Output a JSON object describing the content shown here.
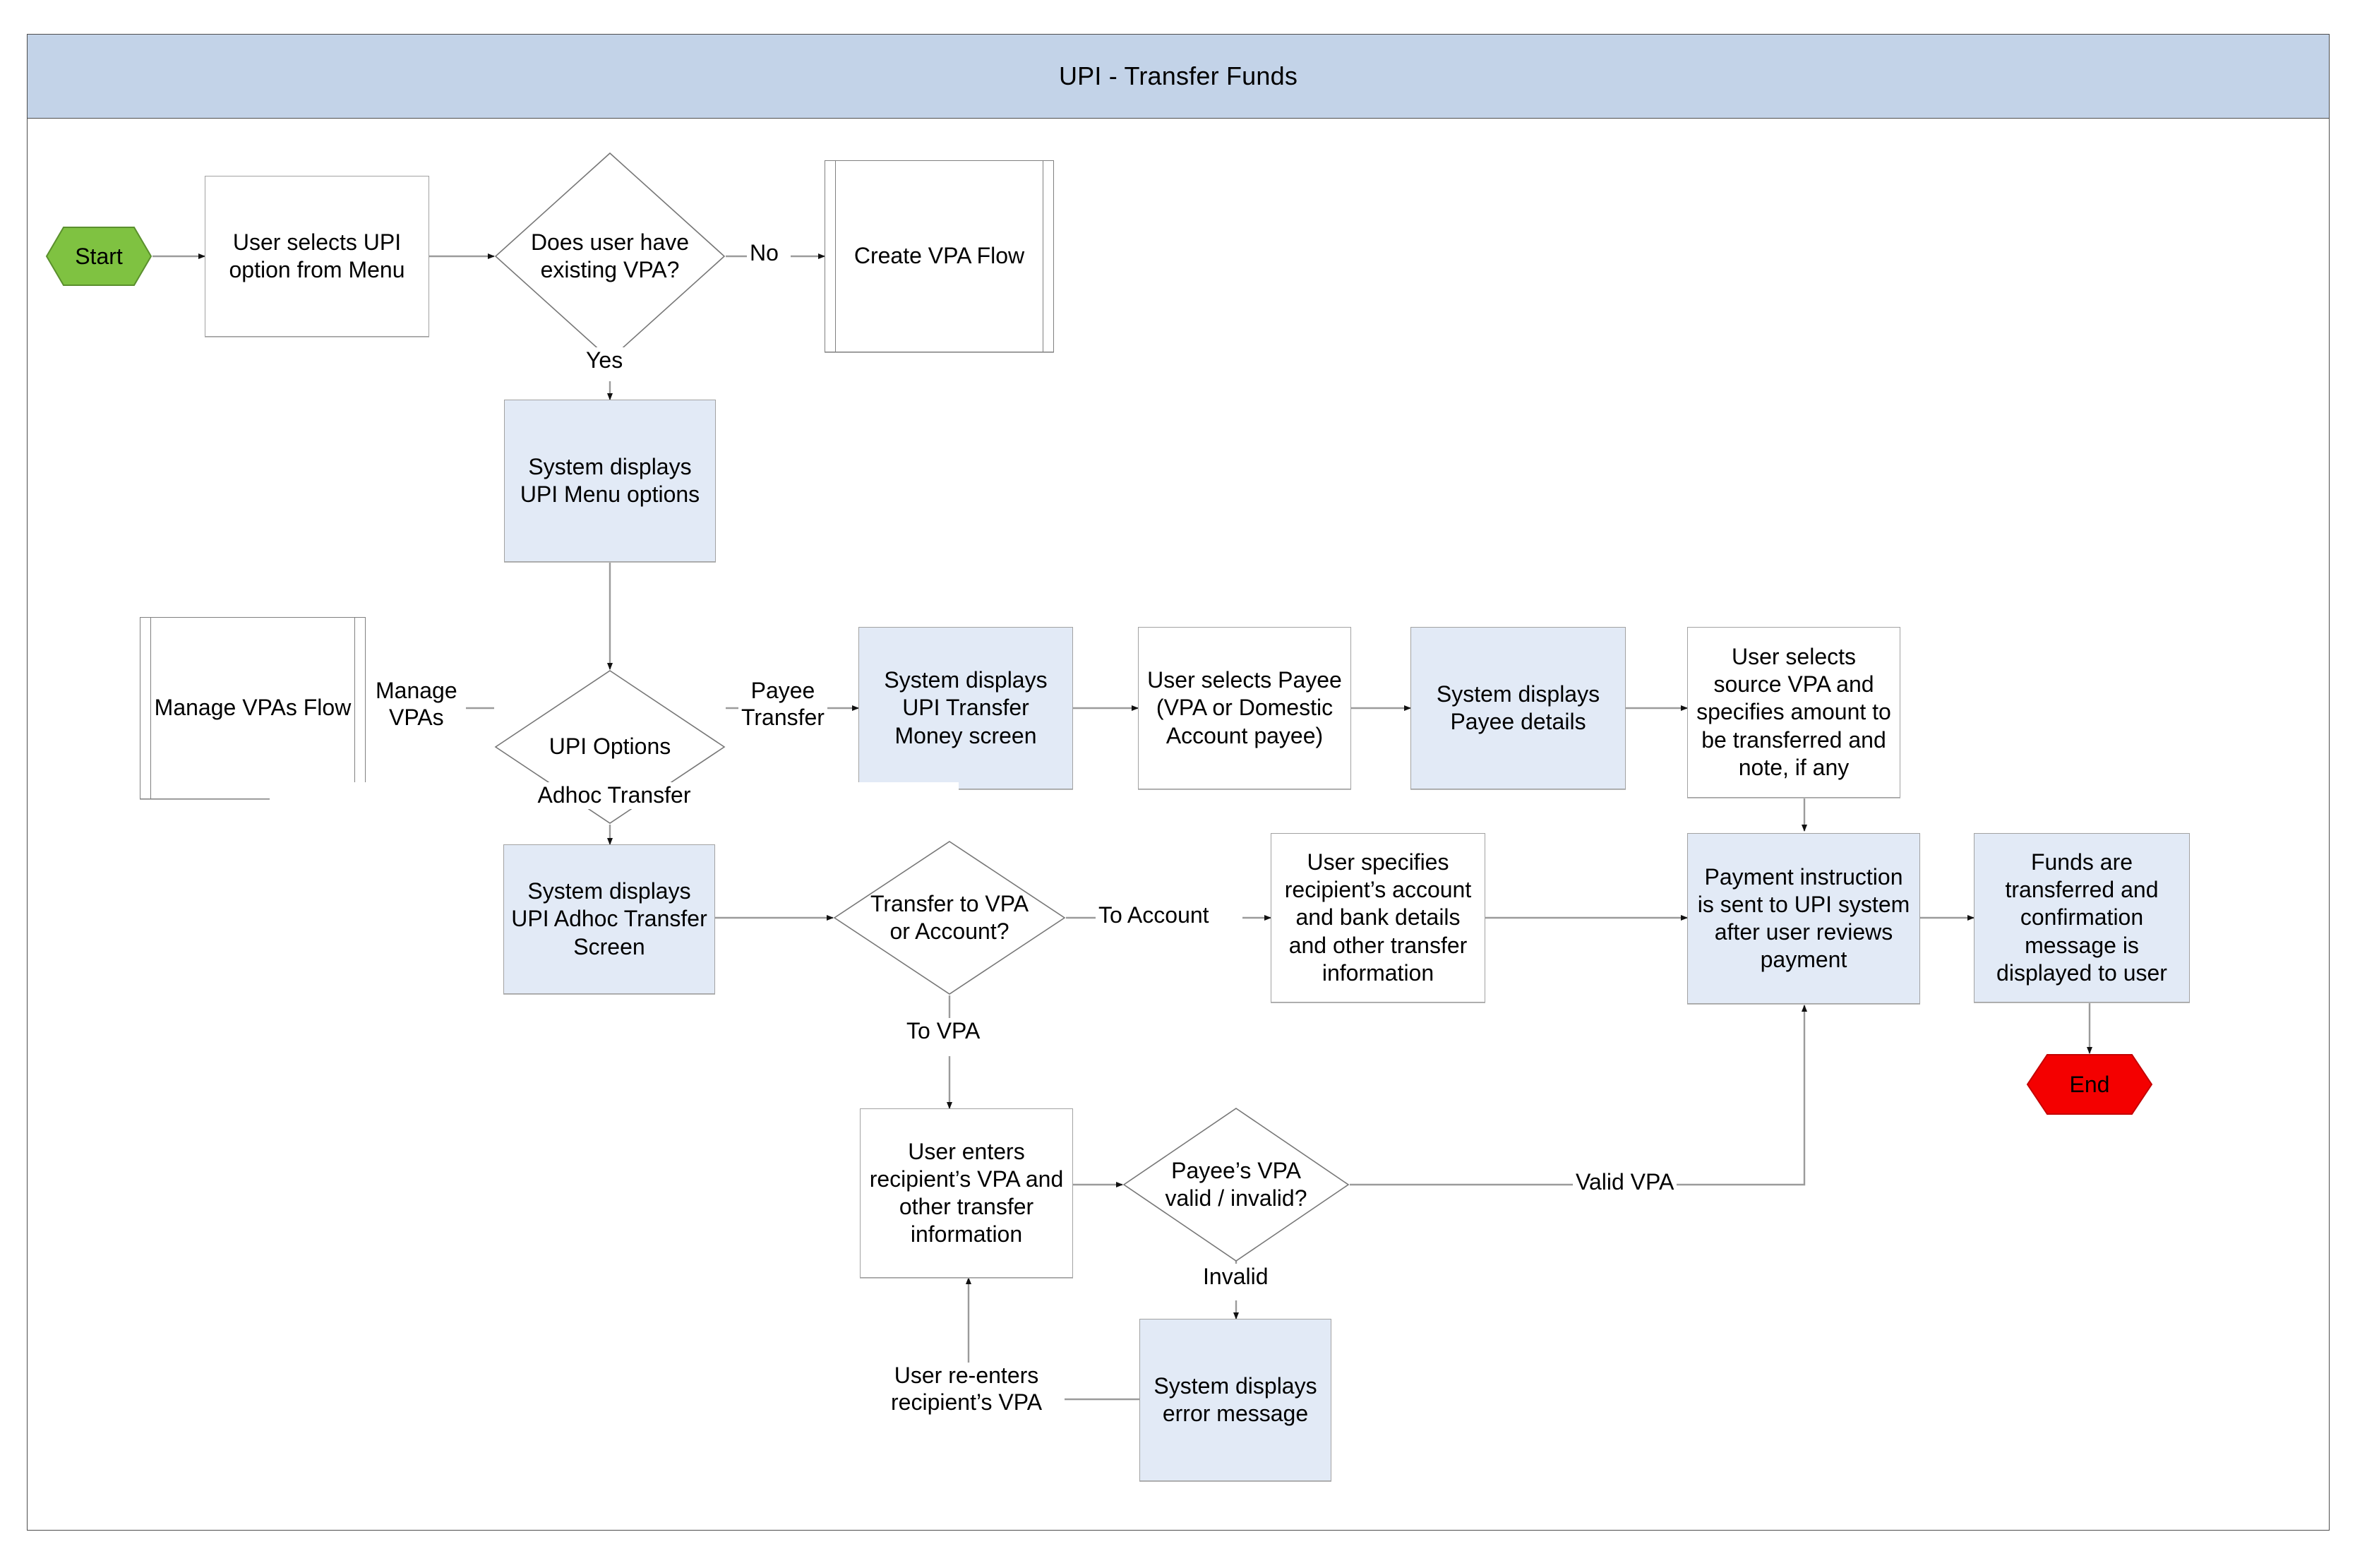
{
  "diagram": {
    "title": "UPI - Transfer Funds",
    "colors": {
      "title_bar": "#c3d3e8",
      "shaded_node": "#e2eaf6",
      "plain_node": "#ffffff",
      "start_fill": "#7fc241",
      "end_fill": "#f40000",
      "stroke": "#9b9b9b",
      "frame": "#4d4d4d"
    },
    "terminators": {
      "start": "Start",
      "end": "End"
    },
    "nodes": {
      "user_selects_upi": "User selects UPI option from Menu",
      "has_vpa": "Does user have existing VPA?",
      "create_vpa_flow": "Create VPA Flow",
      "system_upi_menu": "System displays UPI Menu options",
      "upi_options": "UPI Options",
      "manage_vpas_flow": "Manage VPAs Flow",
      "upi_transfer_money": "System displays UPI Transfer Money screen",
      "user_selects_payee": "User selects Payee (VPA or Domestic Account payee)",
      "payee_details": "System displays Payee details",
      "source_vpa_amount": "User selects source VPA and specifies amount to be transferred and note, if any",
      "upi_adhoc_screen": "System displays UPI Adhoc Transfer Screen",
      "vpa_or_account": "Transfer to VPA or Account?",
      "recipient_account_details": "User specifies recipient’s account and bank details and other transfer information",
      "payment_instruction": "Payment instruction is sent to UPI system after user reviews payment",
      "funds_transferred": "Funds are transferred and confirmation message is displayed to user",
      "user_enters_vpa": "User enters recipient’s VPA and other transfer information",
      "vpa_valid": "Payee’s VPA valid / invalid?",
      "error_message": "System displays error message"
    },
    "edge_labels": {
      "no": "No",
      "yes": "Yes",
      "manage_vpas": "Manage\nVPAs",
      "payee_transfer": "Payee\nTransfer",
      "adhoc_transfer": "Adhoc Transfer",
      "to_account": "To Account",
      "to_vpa": "To VPA",
      "valid_vpa": "Valid VPA",
      "invalid": "Invalid",
      "user_reenters_vpa": "User re-enters\nrecipient’s VPA"
    }
  }
}
